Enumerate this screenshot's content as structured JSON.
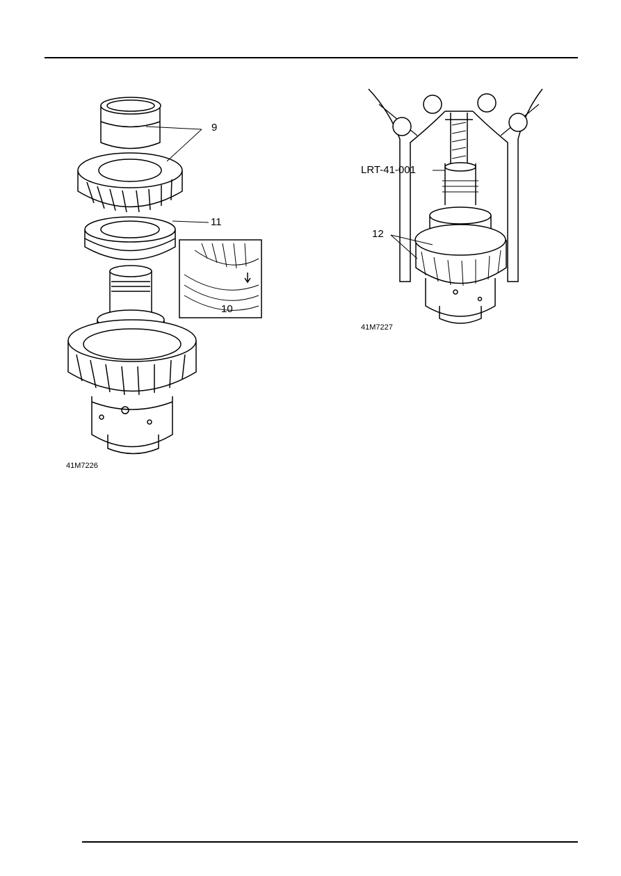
{
  "figure_left": {
    "caption": "41M7226",
    "callouts": {
      "c9": "9",
      "c11": "11",
      "c10": "10"
    }
  },
  "figure_right": {
    "caption": "41M7227",
    "callouts": {
      "tool": "LRT-41-001",
      "c12": "12"
    }
  }
}
